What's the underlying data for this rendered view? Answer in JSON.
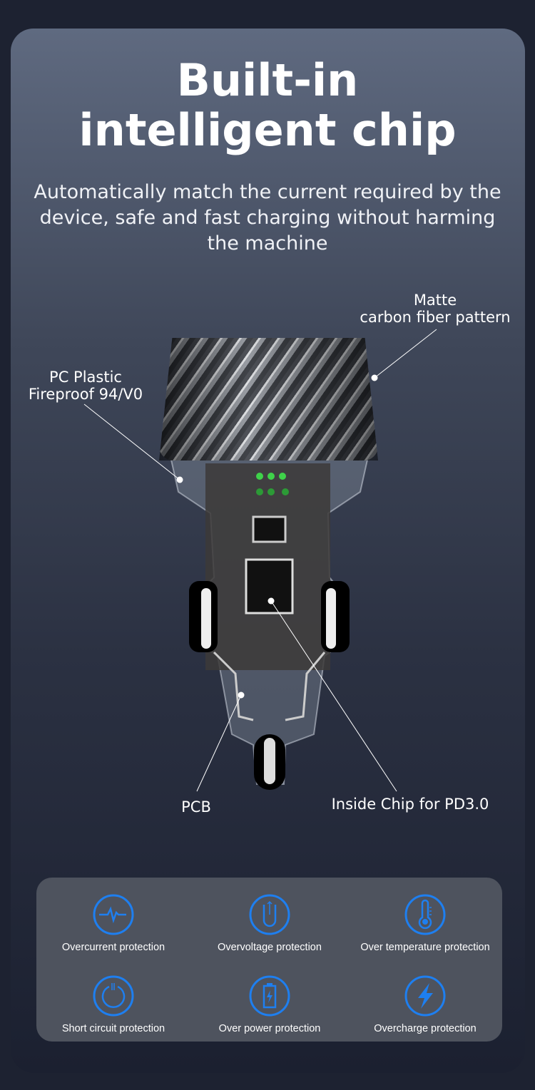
{
  "title": {
    "line1": "Built-in",
    "line2": "intelligent chip"
  },
  "subtitle": "Automatically match the current required by the device, safe and fast charging without harming the machine",
  "callouts": {
    "matte_line1": "Matte",
    "matte_line2": "carbon fiber pattern",
    "pc_line1": "PC Plastic",
    "pc_line2": "Fireproof 94/V0",
    "pcb": "PCB",
    "chip": "Inside Chip for PD3.0"
  },
  "features": [
    {
      "label": "Overcurrent protection",
      "icon": "pulse-icon"
    },
    {
      "label": "Overvoltage protection",
      "icon": "u-arrow-icon"
    },
    {
      "label": "Over temperature protection",
      "icon": "thermometer-icon"
    },
    {
      "label": "Short circuit protection",
      "icon": "power-icon"
    },
    {
      "label": "Over power protection",
      "icon": "battery-icon"
    },
    {
      "label": "Overcharge protection",
      "icon": "lightning-icon"
    }
  ],
  "colors": {
    "accent": "#1e7ff0",
    "background": "#1d2231"
  }
}
